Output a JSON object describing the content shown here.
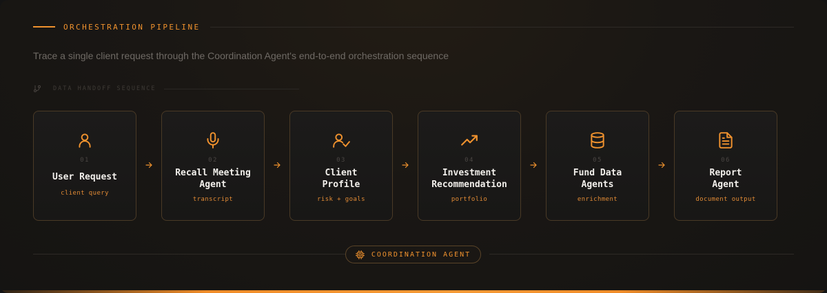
{
  "header": {
    "title": "ORCHESTRATION PIPELINE",
    "subtitle": "Trace a single client request through the Coordination Agent's end-to-end orchestration sequence"
  },
  "handoff": {
    "label": "DATA HANDOFF SEQUENCE",
    "icon": "git-branch-icon"
  },
  "steps": [
    {
      "num": "01",
      "name": "User Request",
      "sub": "client query",
      "icon": "user-icon"
    },
    {
      "num": "02",
      "name": "Recall Meeting\nAgent",
      "sub": "transcript",
      "icon": "microphone-icon"
    },
    {
      "num": "03",
      "name": "Client\nProfile",
      "sub": "risk + goals",
      "icon": "user-check-icon"
    },
    {
      "num": "04",
      "name": "Investment\nRecommendation",
      "sub": "portfolio",
      "icon": "trending-up-icon"
    },
    {
      "num": "05",
      "name": "Fund Data\nAgents",
      "sub": "enrichment",
      "icon": "database-icon"
    },
    {
      "num": "06",
      "name": "Report\nAgent",
      "sub": "document output",
      "icon": "file-text-icon"
    }
  ],
  "coordination": {
    "label": "COORDINATION AGENT",
    "icon": "cpu-chip-icon"
  },
  "colors": {
    "accent": "#f0922e",
    "background": "#1a1714",
    "card_border": "#4a3a26",
    "text_primary": "#f2efeb",
    "text_muted": "#6f6a65"
  }
}
